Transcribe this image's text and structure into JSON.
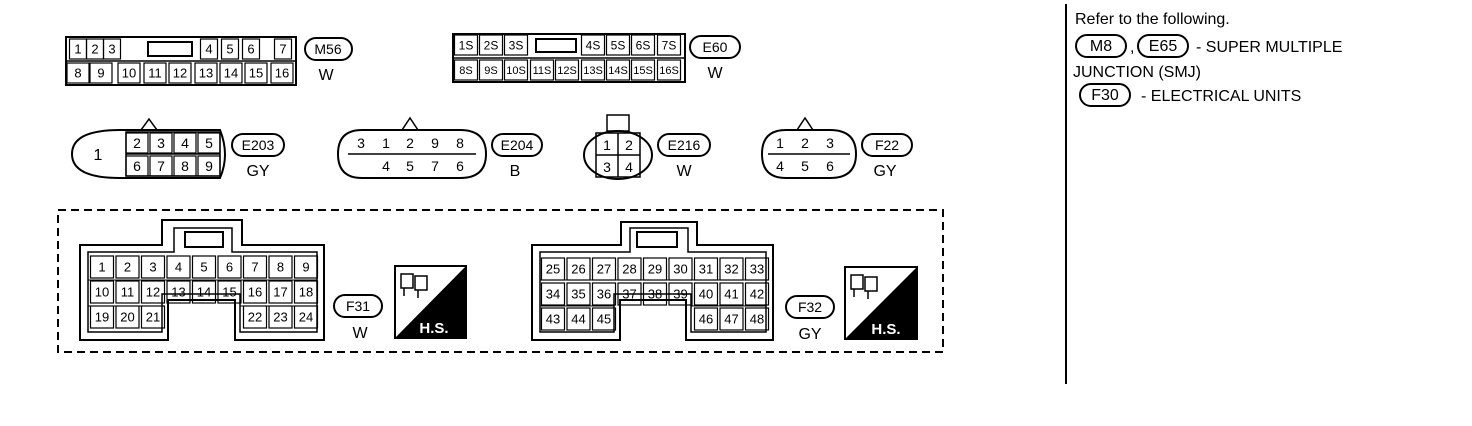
{
  "connectors": {
    "m56": {
      "row1": [
        "1",
        "2",
        "3",
        "4",
        "5",
        "6",
        "7"
      ],
      "row2": [
        "8",
        "9",
        "10",
        "11",
        "12",
        "13",
        "14",
        "15",
        "16"
      ],
      "tag": "M56",
      "color": "W"
    },
    "e60": {
      "row1": [
        "1S",
        "2S",
        "3S",
        "4S",
        "5S",
        "6S",
        "7S"
      ],
      "row2": [
        "8S",
        "9S",
        "10S",
        "11S",
        "12S",
        "13S",
        "14S",
        "15S",
        "16S"
      ],
      "tag": "E60",
      "color": "W"
    },
    "e203": {
      "big": "1",
      "row1": [
        "2",
        "3",
        "4",
        "5"
      ],
      "row2": [
        "6",
        "7",
        "8",
        "9"
      ],
      "tag": "E203",
      "color": "GY"
    },
    "e204": {
      "row1": [
        "3",
        "1",
        "2",
        "9",
        "8"
      ],
      "row2": [
        "4",
        "5",
        "7",
        "6"
      ],
      "tag": "E204",
      "color": "B"
    },
    "e216": {
      "row1": [
        "1",
        "2"
      ],
      "row2": [
        "3",
        "4"
      ],
      "tag": "E216",
      "color": "W"
    },
    "f22": {
      "row1": [
        "1",
        "2",
        "3"
      ],
      "row2": [
        "4",
        "5",
        "6"
      ],
      "tag": "F22",
      "color": "GY"
    },
    "f31": {
      "row1": [
        "1",
        "2",
        "3",
        "4",
        "5",
        "6",
        "7",
        "8",
        "9"
      ],
      "row2": [
        "10",
        "11",
        "12",
        "13",
        "14",
        "15",
        "16",
        "17",
        "18"
      ],
      "row3a": [
        "19",
        "20",
        "21"
      ],
      "row3b": [
        "22",
        "23",
        "24"
      ],
      "tag": "F31",
      "color": "W",
      "hs": "H.S."
    },
    "f32": {
      "row1": [
        "25",
        "26",
        "27",
        "28",
        "29",
        "30",
        "31",
        "32",
        "33"
      ],
      "row2": [
        "34",
        "35",
        "36",
        "37",
        "38",
        "39",
        "40",
        "41",
        "42"
      ],
      "row3a": [
        "43",
        "44",
        "45"
      ],
      "row3b": [
        "46",
        "47",
        "48"
      ],
      "tag": "F32",
      "color": "GY",
      "hs": "H.S."
    }
  },
  "reference": {
    "line1": "Refer to the following.",
    "tag1": "M8",
    "sep": ",",
    "tag2": "E65",
    "text2": "- SUPER MULTIPLE",
    "line3": "JUNCTION (SMJ)",
    "tag3": "F30",
    "text4": "- ELECTRICAL UNITS"
  }
}
